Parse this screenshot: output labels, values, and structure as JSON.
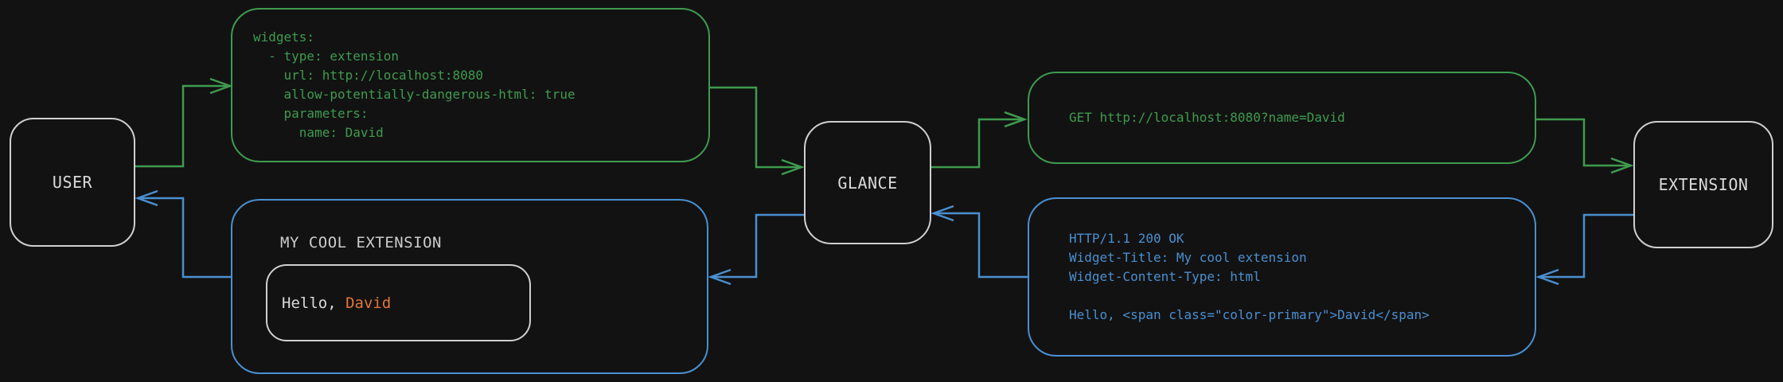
{
  "colors": {
    "bg": "#121212",
    "green": "#3E9B4F",
    "blue": "#4A8FD0",
    "orange": "#E2763A",
    "node-border": "#CFCFCF",
    "node-text": "#DADADA",
    "muted-text": "#CCCCCC"
  },
  "nodes": {
    "user": {
      "label": "USER"
    },
    "glance": {
      "label": "GLANCE"
    },
    "extension": {
      "label": "EXTENSION"
    }
  },
  "config_box": {
    "code": "widgets:\n  - type: extension\n    url: http://localhost:8080\n    allow-potentially-dangerous-html: true\n    parameters:\n      name: David"
  },
  "request_box": {
    "code": "GET http://localhost:8080?name=David"
  },
  "response_box": {
    "code": "HTTP/1.1 200 OK\nWidget-Title: My cool extension\nWidget-Content-Type: html\n\nHello, <span class=\"color-primary\">David</span>"
  },
  "widget_preview": {
    "title": "MY COOL EXTENSION",
    "greeting_prefix": "Hello, ",
    "greeting_name": "David"
  }
}
